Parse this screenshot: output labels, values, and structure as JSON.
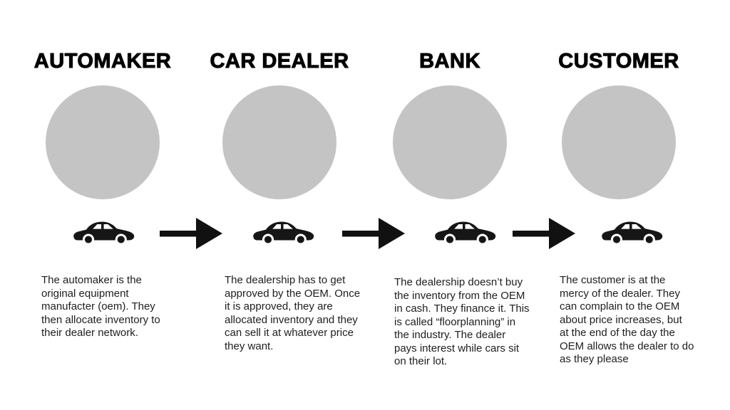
{
  "canvas": {
    "background": "#ffffff",
    "ink": "#161616",
    "circle_color": "#c4c4c4",
    "text_color": "#1e1e1e"
  },
  "icons": {
    "car": "sedan-side-view-silhouette",
    "arrow": "thick-right-arrow",
    "circle": "gray-placeholder-circle"
  },
  "columns": [
    {
      "id": "automaker",
      "title": "AUTOMAKER",
      "description": "The automaker is the\noriginal equipment\nmanufacter (oem). They\nthen allocate inventory to\ntheir dealer network."
    },
    {
      "id": "car-dealer",
      "title": "CAR DEALER",
      "description": "The dealership has to get\napproved by the OEM. Once\nit is approved, they are\nallocated inventory and they\ncan sell it at whatever price\nthey want."
    },
    {
      "id": "bank",
      "title": "BANK",
      "description": "The dealership doesn’t buy\nthe inventory from the OEM\nin cash. They finance it. This\nis called “floorplanning” in\nthe industry. The dealer\npays interest while cars sit\non their lot."
    },
    {
      "id": "customer",
      "title": "CUSTOMER",
      "description": "The customer is at the\nmercy of the dealer. They\ncan complain to the OEM\nabout price increases, but\nat the end of the day the\nOEM allows the dealer to do\nas they please"
    }
  ]
}
